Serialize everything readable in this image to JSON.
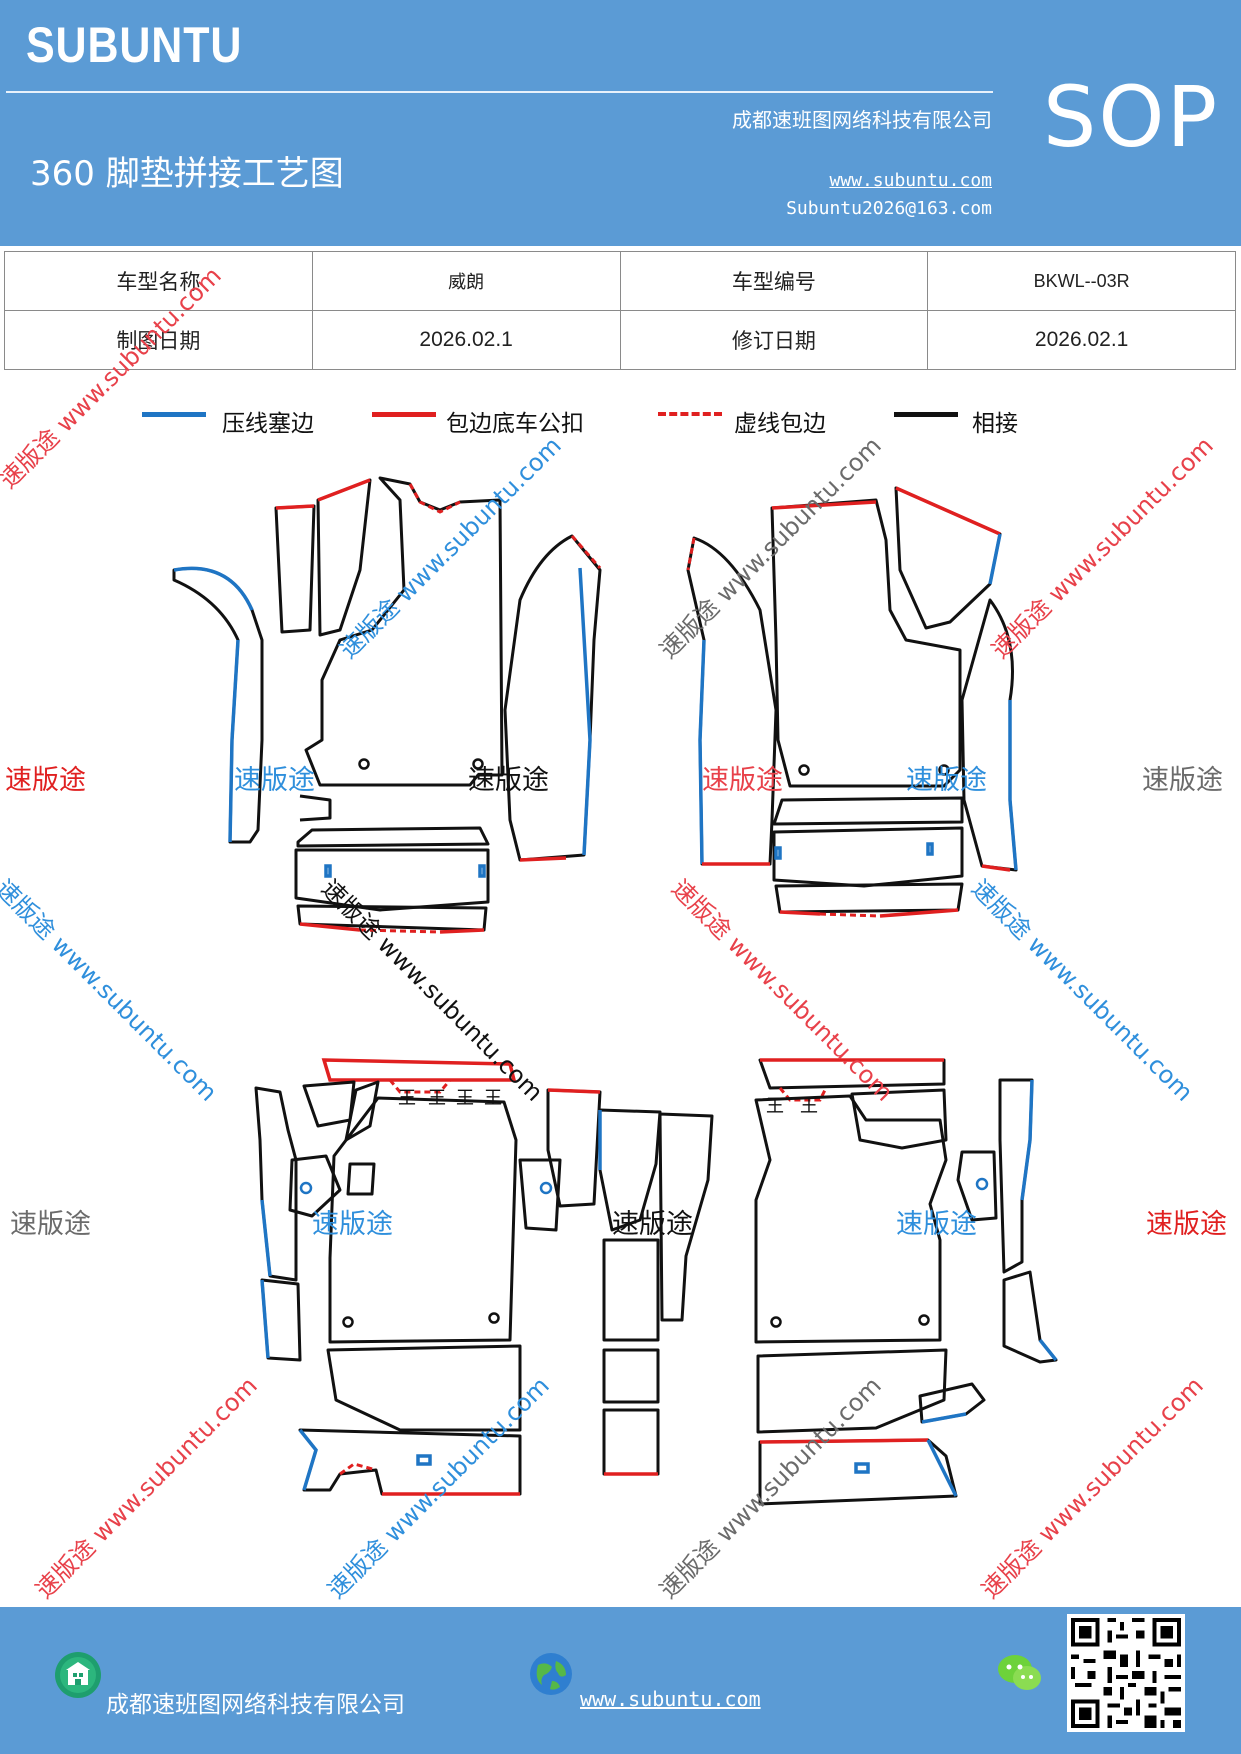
{
  "header": {
    "brand": "SUBUNTU",
    "company": "成都速班图网络科技有限公司",
    "badge": "SOP",
    "title": "360 脚垫拼接工艺图",
    "website": "www.subuntu.com",
    "email": "Subuntu2026@163.com"
  },
  "info_table": {
    "row1": {
      "label1": "车型名称",
      "value1": "威朗",
      "label2": "车型编号",
      "value2": "BKWL--03R"
    },
    "row2": {
      "label1": "制图日期",
      "value1": "2026.02.1",
      "label2": "修订日期",
      "value2": "2026.02.1"
    }
  },
  "legend": [
    {
      "label": "压线塞边",
      "color": "#1f75c4",
      "style": "solid"
    },
    {
      "label": "包边底车公扣",
      "color": "#e02020",
      "style": "solid"
    },
    {
      "label": "虚线包边",
      "color": "#e02020",
      "style": "dashed"
    },
    {
      "label": "相接",
      "color": "#111111",
      "style": "solid"
    }
  ],
  "watermarks": {
    "brand_cn": "速版途",
    "diagonal": "速版途 www.subuntu.com",
    "colors": {
      "red": "#e8414a",
      "blue": "#2f8fdc",
      "gray": "#6b6b6b"
    }
  },
  "diagram_marks": {
    "seam": "王"
  },
  "footer": {
    "company": "成都速班图网络科技有限公司",
    "website": "www.subuntu.com",
    "icons": [
      "company-icon",
      "globe-icon",
      "wechat-icon"
    ]
  },
  "colors": {
    "header_bg": "#5b9bd5",
    "blue_line": "#1f75c4",
    "red_line": "#e02020"
  }
}
